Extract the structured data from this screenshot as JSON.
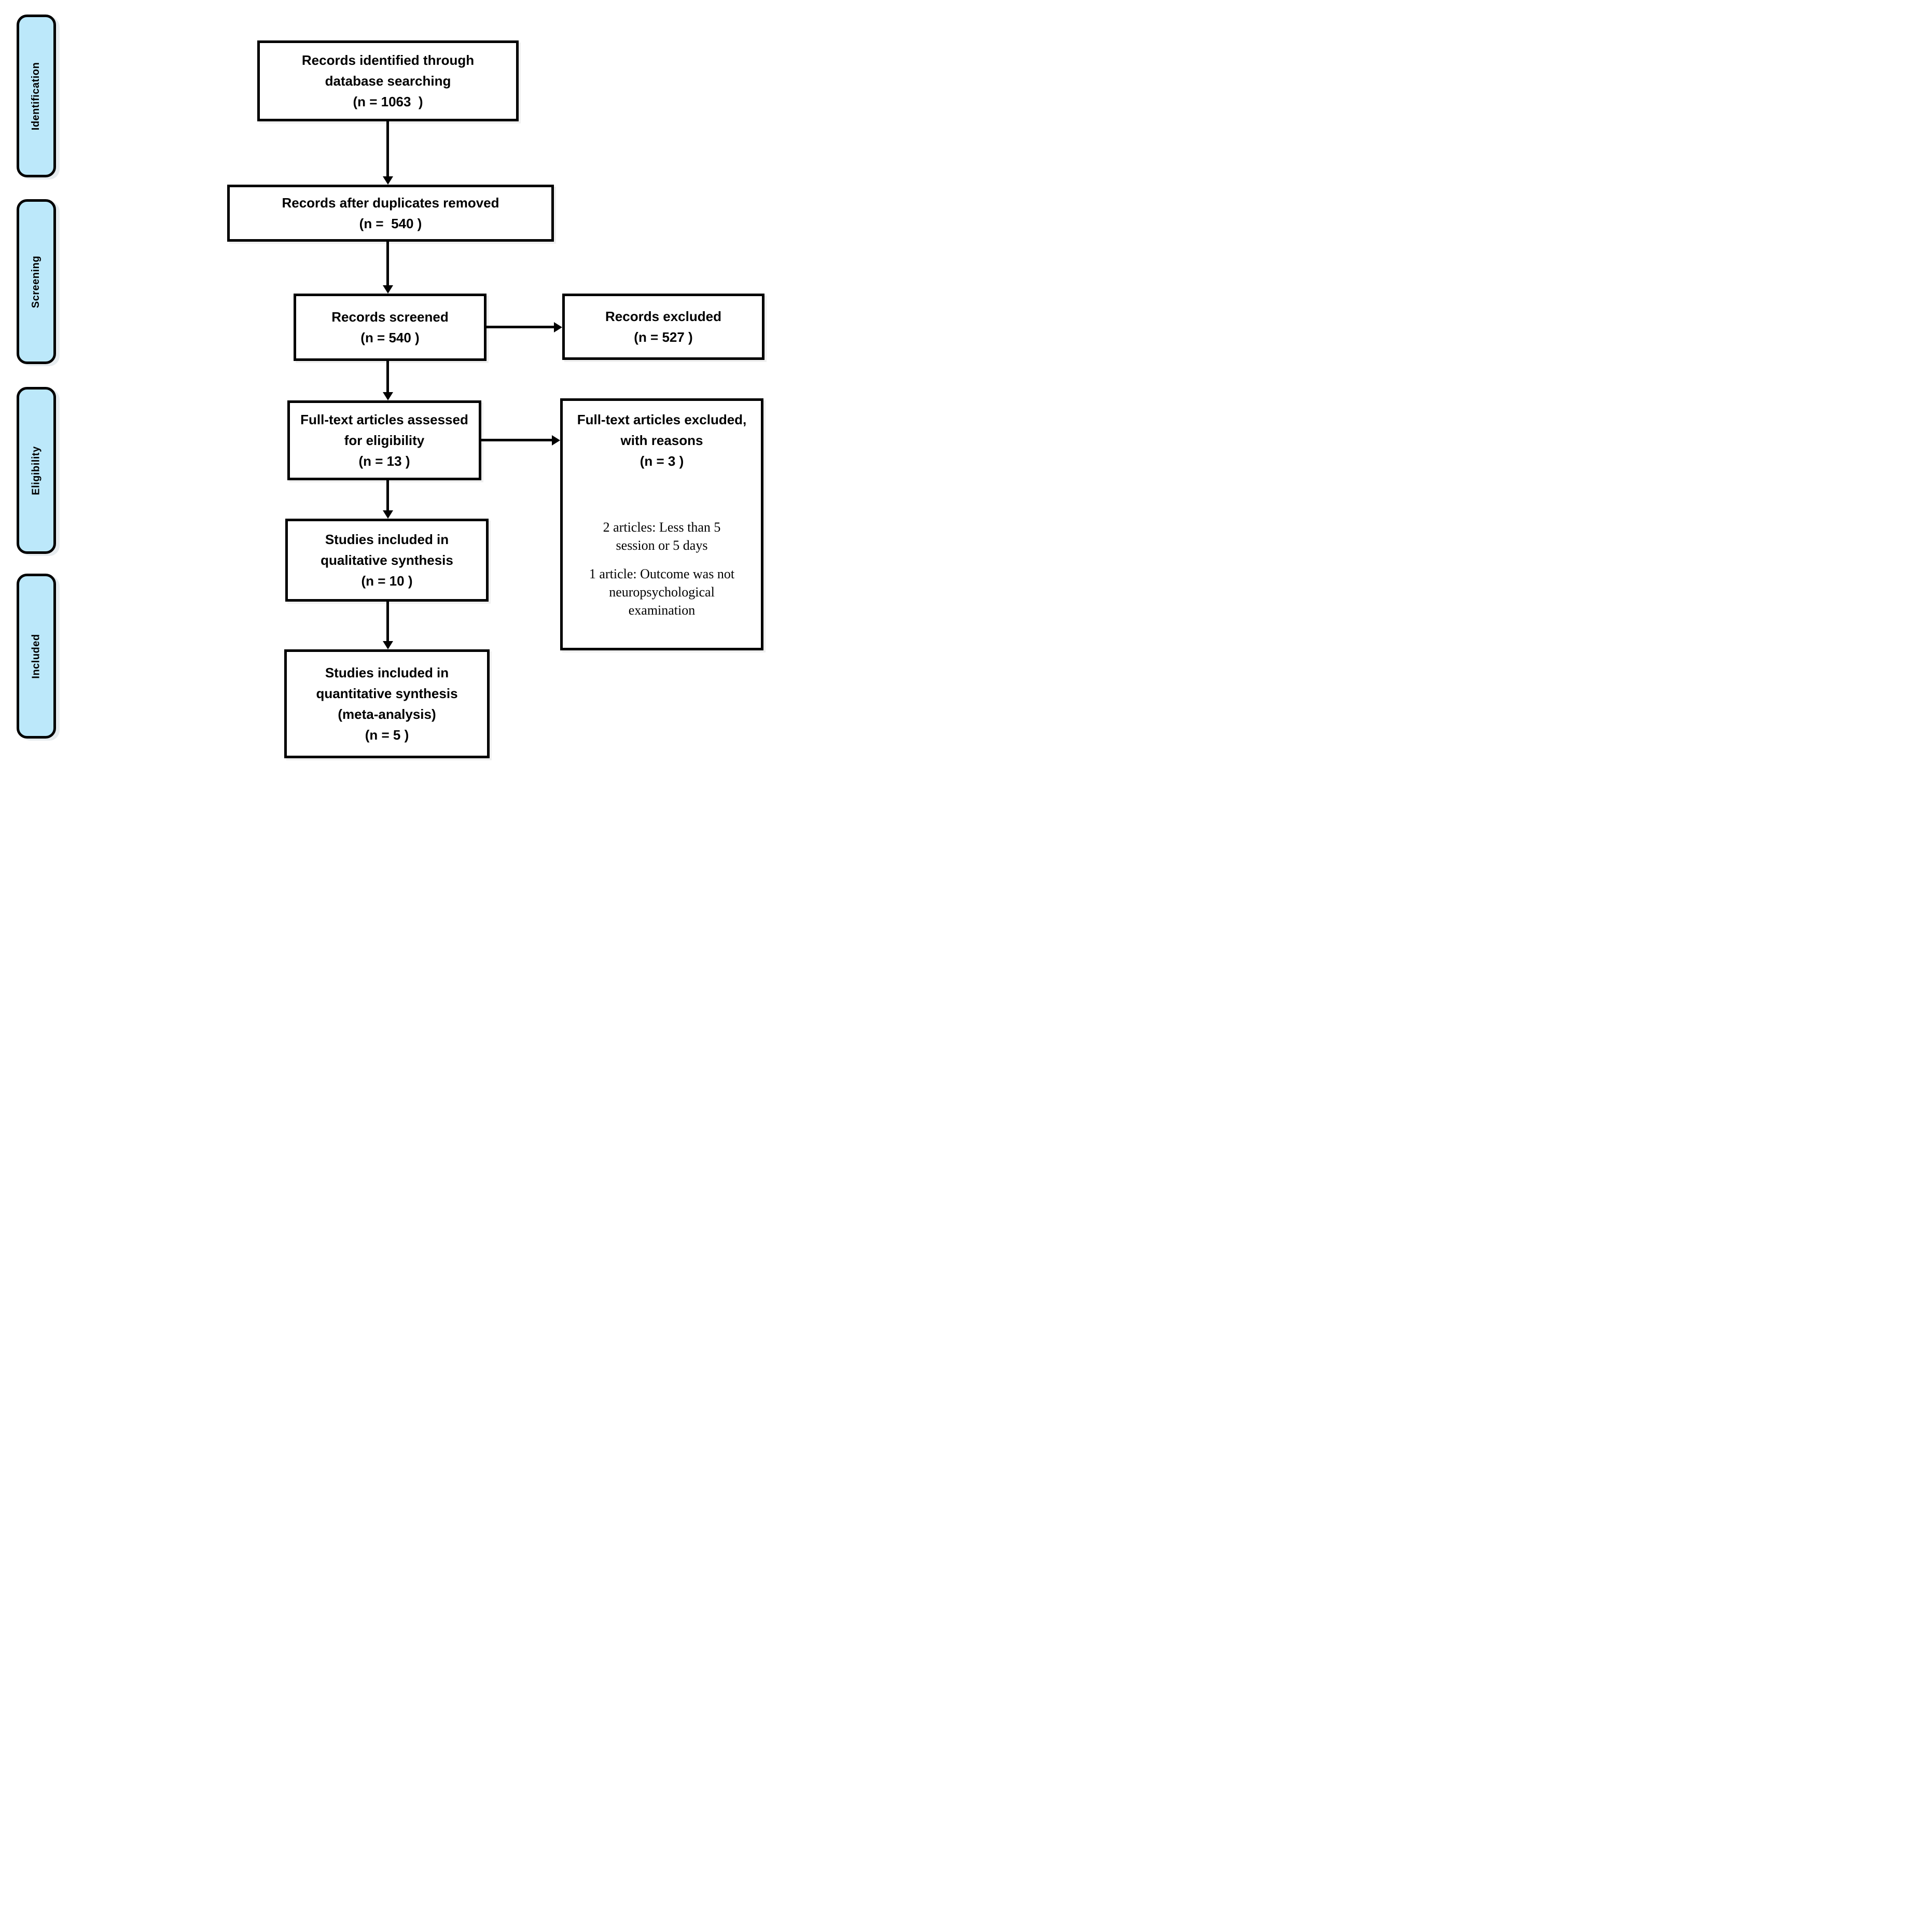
{
  "colors": {
    "sidebar_fill": "#BCE8FA",
    "border": "#000000",
    "background": "#ffffff"
  },
  "sidebar": {
    "items": [
      {
        "label": "Identification"
      },
      {
        "label": "Screening"
      },
      {
        "label": "Eligibility"
      },
      {
        "label": "Included"
      }
    ]
  },
  "flow": {
    "identified": {
      "lines": [
        "Records identified through",
        "database searching",
        "(n = 1063  )"
      ]
    },
    "duplicates_removed": {
      "lines": [
        "Records after duplicates removed",
        "(n =  540 )"
      ]
    },
    "screened": {
      "lines": [
        "Records screened",
        "(n = 540 )"
      ]
    },
    "records_excluded": {
      "lines": [
        "Records excluded",
        "(n = 527 )"
      ]
    },
    "fulltext_assessed": {
      "lines": [
        "Full-text articles assessed",
        "for eligibility",
        "(n = 13 )"
      ]
    },
    "fulltext_excluded": {
      "header_lines": [
        "Full-text articles excluded,",
        "with reasons",
        "(n = 3 )"
      ],
      "reason1_lines": [
        "2 articles: Less than 5",
        "session or 5 days"
      ],
      "reason2_lines": [
        "1 article: Outcome was not",
        "neuropsychological",
        "examination"
      ]
    },
    "qualitative": {
      "lines": [
        "Studies included in",
        "qualitative synthesis",
        "(n = 10 )"
      ]
    },
    "quantitative": {
      "lines": [
        "Studies included in",
        "quantitative synthesis",
        "(meta-analysis)",
        "(n = 5 )"
      ]
    }
  }
}
